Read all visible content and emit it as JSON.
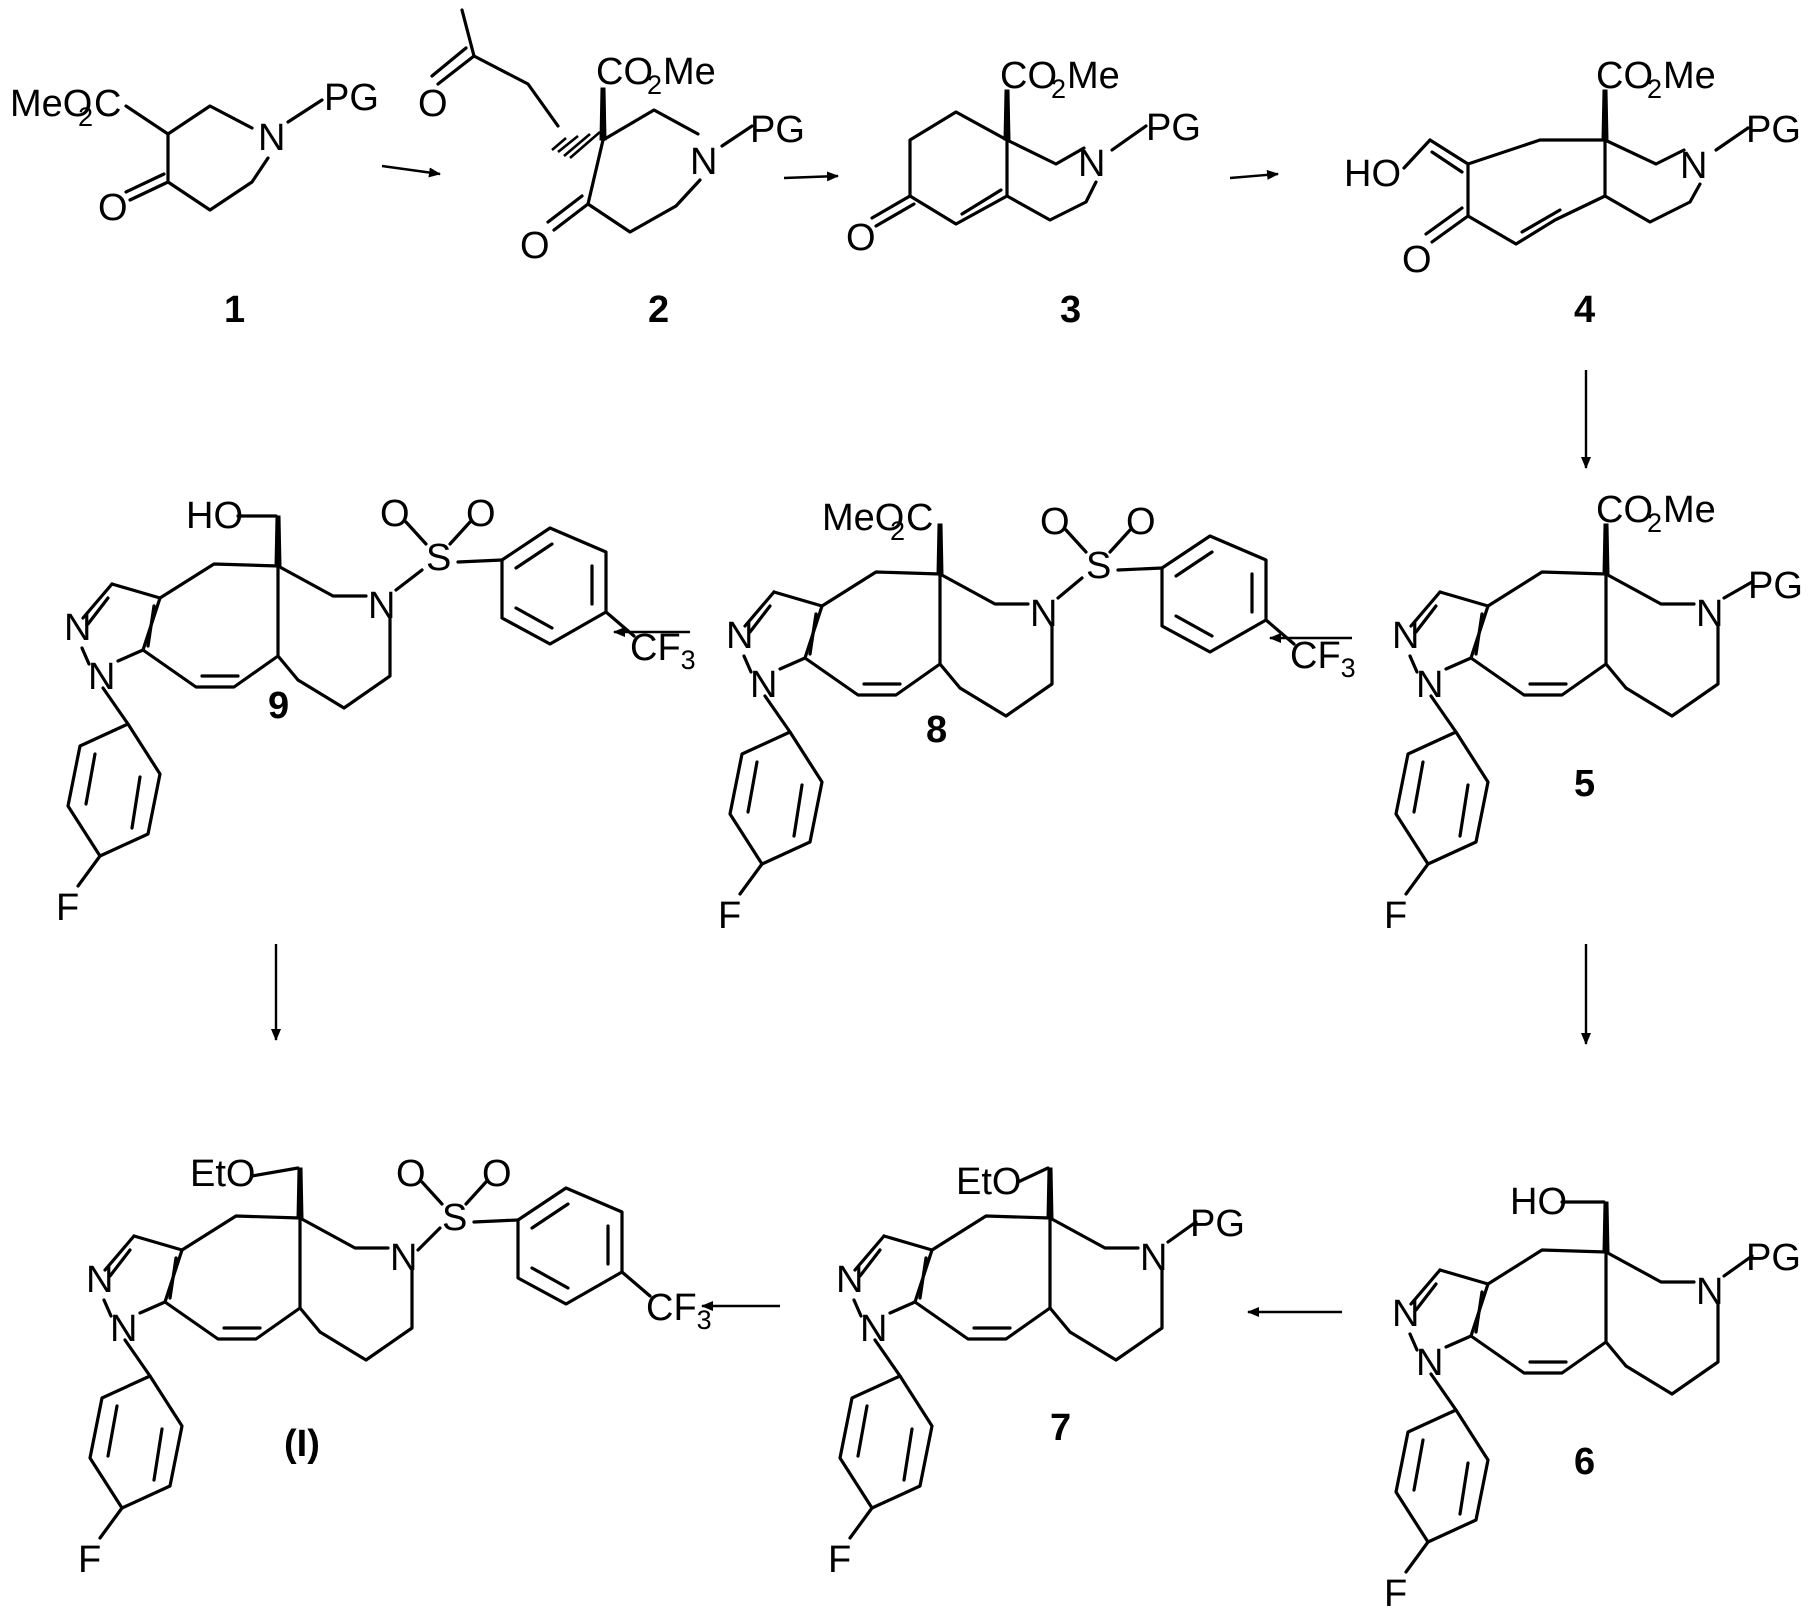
{
  "compounds": [
    {
      "id": "1",
      "label": "1",
      "substituents": [
        "MeO2C",
        "PG",
        "O"
      ]
    },
    {
      "id": "2",
      "label": "2",
      "substituents": [
        "CO2Me",
        "PG",
        "O"
      ]
    },
    {
      "id": "3",
      "label": "3",
      "substituents": [
        "CO2Me",
        "PG",
        "O"
      ]
    },
    {
      "id": "4",
      "label": "4",
      "substituents": [
        "HO",
        "CO2Me",
        "PG",
        "O"
      ]
    },
    {
      "id": "5",
      "label": "5",
      "substituents": [
        "CO2Me",
        "PG",
        "F"
      ]
    },
    {
      "id": "6",
      "label": "6",
      "substituents": [
        "HO",
        "PG",
        "F"
      ]
    },
    {
      "id": "7",
      "label": "7",
      "substituents": [
        "EtO",
        "PG",
        "F"
      ]
    },
    {
      "id": "8",
      "label": "8",
      "substituents": [
        "MeO2C",
        "CF3",
        "F"
      ]
    },
    {
      "id": "9",
      "label": "9",
      "substituents": [
        "HO",
        "CF3",
        "F"
      ]
    },
    {
      "id": "I",
      "label": "(I)",
      "substituents": [
        "EtO",
        "CF3",
        "F"
      ]
    }
  ],
  "atoms": {
    "N": "N",
    "S": "S",
    "O": "O",
    "F": "F",
    "PG": "PG",
    "HO": "HO",
    "EtO": "EtO",
    "MeO2C_a": "MeO",
    "MeO2C_b": "C",
    "CO2Me_a": "CO",
    "CO2Me_b": "Me",
    "CF3_a": "CF",
    "two": "2",
    "three": "3"
  },
  "arrows": [
    {
      "from": "1",
      "to": "2"
    },
    {
      "from": "2",
      "to": "3"
    },
    {
      "from": "3",
      "to": "4"
    },
    {
      "from": "4",
      "to": "5"
    },
    {
      "from": "5",
      "to": "8"
    },
    {
      "from": "8",
      "to": "9"
    },
    {
      "from": "9",
      "to": "I"
    },
    {
      "from": "5",
      "to": "6"
    },
    {
      "from": "6",
      "to": "7"
    },
    {
      "from": "7",
      "to": "I"
    }
  ]
}
